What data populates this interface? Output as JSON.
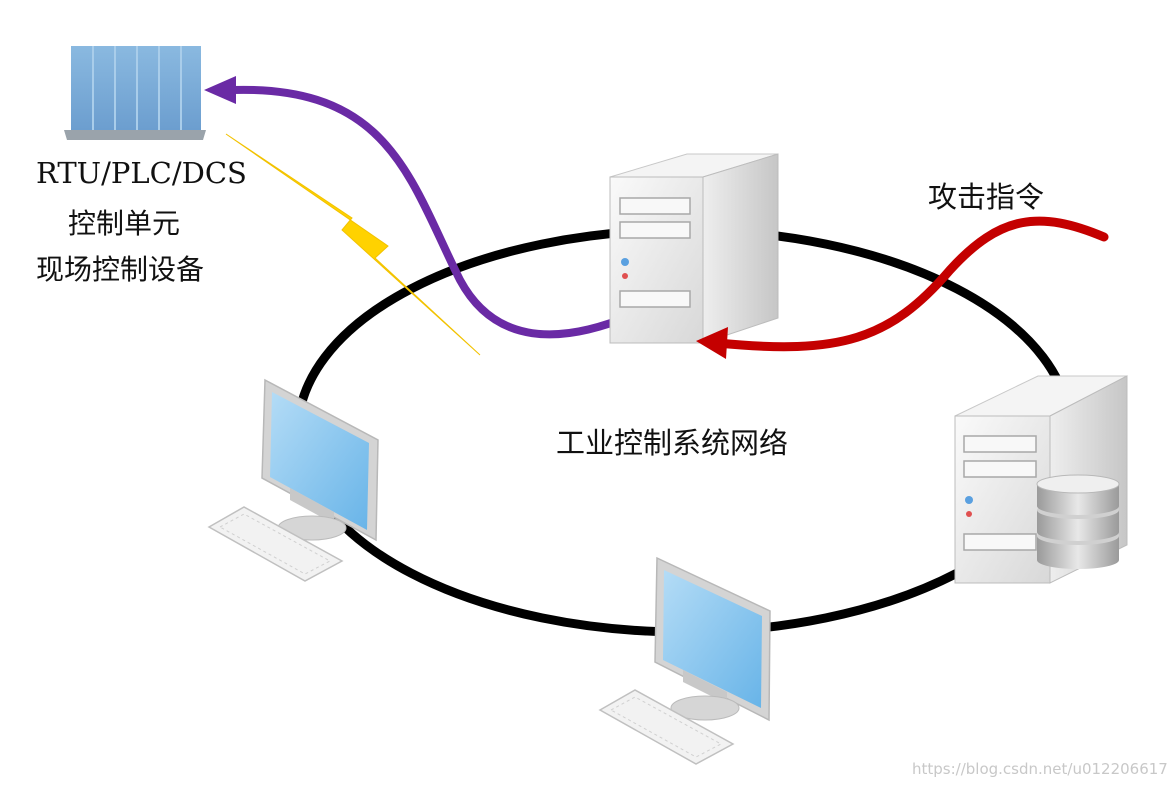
{
  "labels": {
    "plc_line1": "RTU/PLC/DCS",
    "plc_line2": "控制单元",
    "plc_line3": "现场控制设备",
    "attack": "攻击指令",
    "network": "工业控制系统网络"
  },
  "watermark": "https://blog.csdn.net/u012206617",
  "colors": {
    "ring": "#000000",
    "attack_arrow": "#c40000",
    "control_arrow": "#6a2aa5",
    "lightning": "#ffd200",
    "screen": "#7fc3ee",
    "server_body": "#e6e6e6"
  },
  "icons": [
    "plc-device-icon",
    "lightning-bolt-icon",
    "server-icon",
    "database-server-icon",
    "workstation-icon"
  ]
}
